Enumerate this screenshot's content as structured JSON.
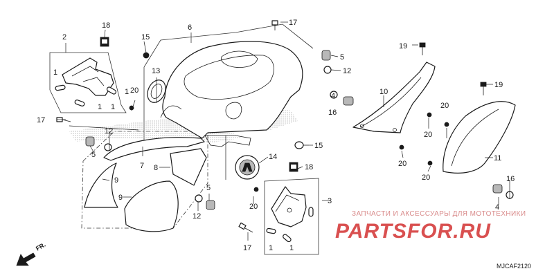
{
  "diagram": {
    "callouts": {
      "c1a": "1",
      "c1b": "1",
      "c1c": "1",
      "c1d": "1",
      "c1e": "1",
      "c1f": "1",
      "c2": "2",
      "c3": "3",
      "c4a": "4",
      "c4b": "4",
      "c5a": "5",
      "c5b": "5",
      "c5c": "5",
      "c6": "6",
      "c7": "7",
      "c8": "8",
      "c9a": "9",
      "c9b": "9",
      "c10": "10",
      "c11": "11",
      "c12a": "12",
      "c12b": "12",
      "c12c": "12",
      "c13": "13",
      "c14": "14",
      "c15a": "15",
      "c15b": "15",
      "c16a": "16",
      "c16b": "16",
      "c17a": "17",
      "c17b": "17",
      "c17c": "17",
      "c18a": "18",
      "c18b": "18",
      "c19a": "19",
      "c19b": "19",
      "c20a": "20",
      "c20b": "20",
      "c20c": "20",
      "c20d": "20",
      "c20e": "20",
      "c20f": "20"
    },
    "front_label": "FR.",
    "diagram_code": "MJCAF2120"
  },
  "watermark": {
    "tagline": "ЗАПЧАСТИ И АКСЕССУАРЫ ДЛЯ МОТОТЕХНИКИ",
    "site": "PARTSFOR.RU",
    "color": "#d95050"
  }
}
